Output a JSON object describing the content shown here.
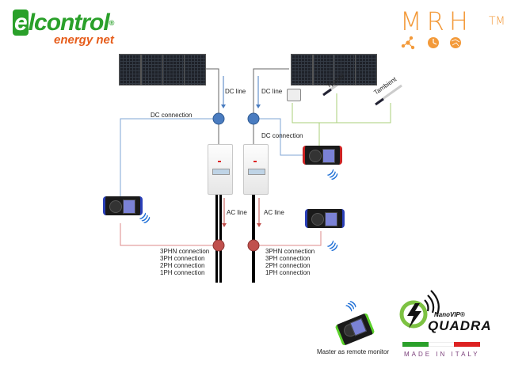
{
  "logos": {
    "elcontrol": {
      "prefix": "e",
      "brand": "lcontrol",
      "registered": "®",
      "tagline": "energy net"
    },
    "mrh": {
      "text": "MRH",
      "trademark": "TM",
      "icons": [
        "network-icon",
        "clock-icon",
        "brain-icon"
      ]
    },
    "nanovip": {
      "super": "NanoVIP®",
      "name": "QUADRA",
      "made_in": "MADE IN ITALY"
    }
  },
  "labels": {
    "dc_line_left": "DC line",
    "dc_line_right": "DC line",
    "dc_connection_left": "DC connection",
    "dc_connection_right": "DC connection",
    "ac_line_left": "AC line",
    "ac_line_right": "AC line",
    "sensor_panel": "Tpanel",
    "sensor_ambient": "Tambient",
    "master_caption": "Master as remote monitor"
  },
  "connections_left": [
    "3PHN connection",
    "3PH connection",
    "2PH connection",
    "1PH connection"
  ],
  "connections_right": [
    "3PHN connection",
    "3PH connection",
    "2PH connection",
    "1PH connection"
  ],
  "colors": {
    "dc": "#4a7cc0",
    "ac": "#c0504d",
    "sensor": "#a9cf7a",
    "brand_green": "#2aa02a",
    "brand_orange": "#e65c1a",
    "mrh_orange": "#f39a3a"
  }
}
